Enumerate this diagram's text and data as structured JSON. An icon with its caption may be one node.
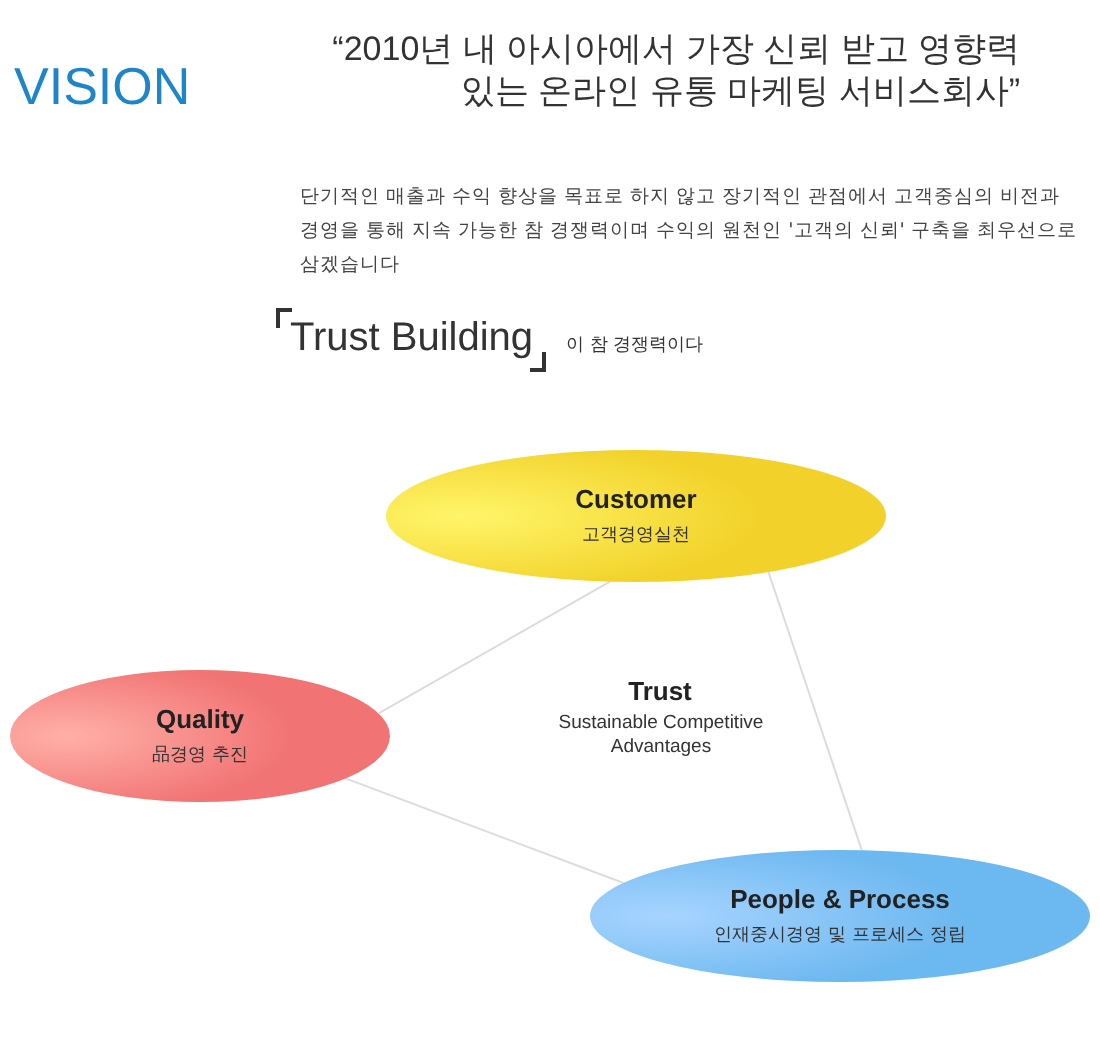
{
  "diagram": {
    "title": "“2010년 내 아시아에서 가장 신뢰 받고 영향력 있는 온라인 유통  마케팅 서비스회사”",
    "nodes": [
      {
        "text": [
          "Customer",
          "고객경영실천"
        ]
      },
      {
        "text": [
          "Quality",
          "品경영 추진"
        ]
      },
      {
        "text": [
          "People & Process",
          "인재중시경영 및 프로세스 정립"
        ]
      }
    ],
    "edges": [
      {
        "from": 0,
        "to": 1,
        "arrow": "none"
      },
      {
        "from": 0,
        "to": 2,
        "arrow": "none"
      },
      {
        "from": 1,
        "to": 2,
        "arrow": "none"
      }
    ],
    "labels": [
      "VISION",
      "단기적인 매출과 수익 향상을 목표로 하지 않고 장기적인 관점에서 고객중심의 비전과 경영을 통해 지속 가능한 참 경쟁력이며 수익의 원천인 '고객의 신뢰' 구축을 최우선으로 삼겠습니다",
      "Trust Building",
      "이 참 경쟁력이다",
      "Trust",
      "Sustainable Competitive Advantages"
    ]
  }
}
